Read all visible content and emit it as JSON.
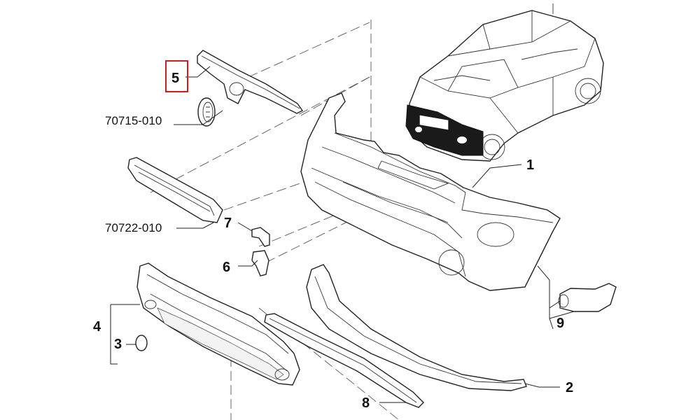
{
  "labels": {
    "l1": "1",
    "l2": "2",
    "l3": "3",
    "l4": "4",
    "l5": "5",
    "l6": "6",
    "l7": "7",
    "l8": "8",
    "l9": "9",
    "c70715": "70715-010",
    "c70722": "70722-010"
  },
  "colors": {
    "highlight": "#cc1f1f",
    "ink": "#222222"
  }
}
